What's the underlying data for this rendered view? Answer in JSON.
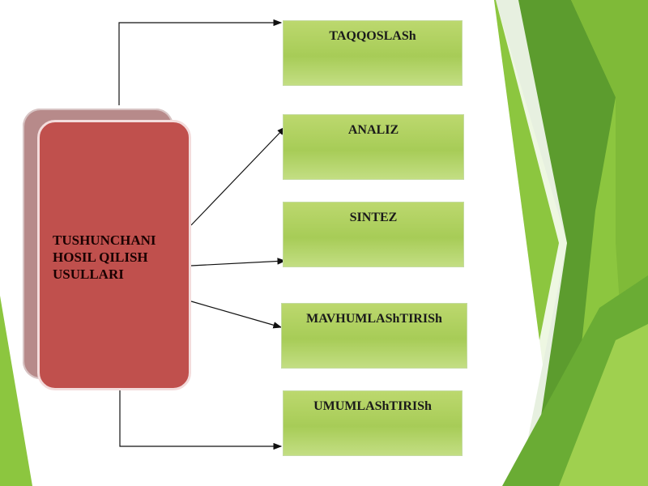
{
  "diagram": {
    "main_label": "TUSHUNCHANI\nHOSIL QILISH\nUSULLARI",
    "methods": [
      {
        "label": "TAQQOSLASh"
      },
      {
        "label": "ANALIZ"
      },
      {
        "label": "SINTEZ"
      },
      {
        "label": "MAVHUMLAShTIRISh"
      },
      {
        "label": "UMUMLAShTIRISh"
      }
    ]
  },
  "colors": {
    "main_fill": "#c0504d",
    "main_shadow": "#b78a8a",
    "method_fill": "#a7cc57",
    "background_green_dark": "#5c9c2e",
    "background_green_light": "#8cc63f"
  }
}
